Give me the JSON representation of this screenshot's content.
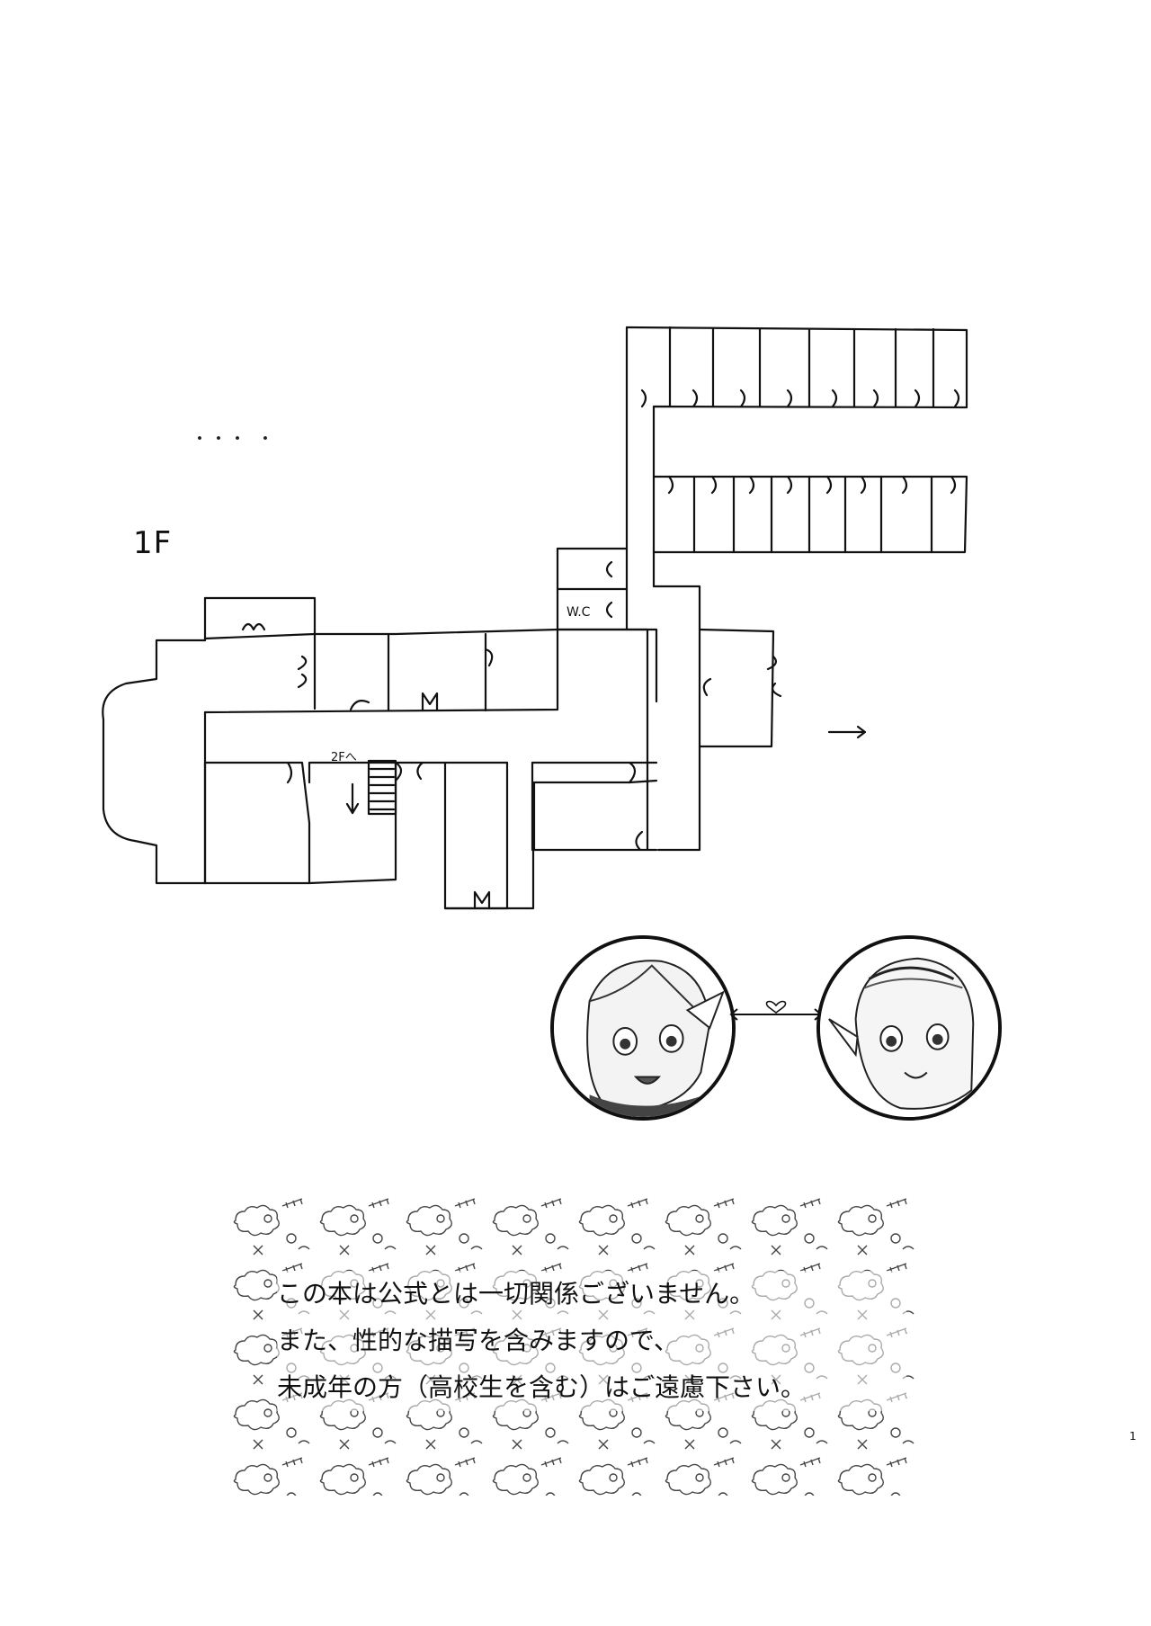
{
  "floor_plan": {
    "floor_label": "1F",
    "wc_label": "W.C",
    "stairs_label": "2Fへ"
  },
  "characters": {
    "left_portrait_icon": "boy-portrait-icon",
    "right_portrait_icon": "girl-portrait-icon",
    "connector_icon": "heart-double-arrow-icon"
  },
  "notice": {
    "lines": [
      "この本は公式とは一切関係ございません。",
      "また、性的な描写を含みますので、",
      "未成年の方（高校生を含む）はご遠慮下さい。"
    ],
    "background_icon": "sheep-pattern-icon"
  },
  "page_number": "1"
}
